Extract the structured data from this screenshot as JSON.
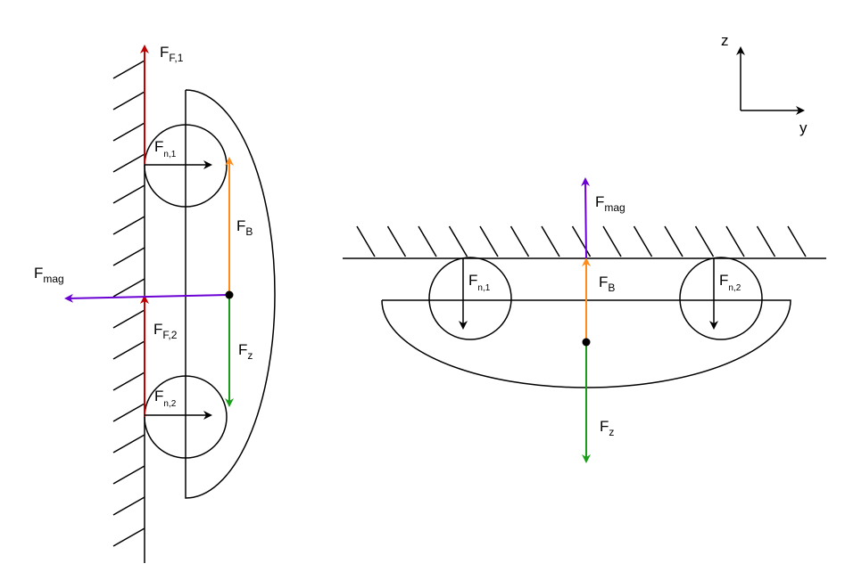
{
  "colors": {
    "friction": "#c00000",
    "magnetic": "#6a00d4",
    "buoyancy": "#ff8c1a",
    "gravity": "#1a9e1a",
    "outline": "#000000"
  },
  "left": {
    "ff1": {
      "base": "F",
      "sub": "F,1"
    },
    "ff2": {
      "base": "F",
      "sub": "F,2"
    },
    "fn1": {
      "base": "F",
      "sub": "n,1"
    },
    "fn2": {
      "base": "F",
      "sub": "n,2"
    },
    "fb": {
      "base": "F",
      "sub": "B"
    },
    "fz": {
      "base": "F",
      "sub": "z"
    },
    "fmag": {
      "base": "F",
      "sub": "mag"
    }
  },
  "right": {
    "fmag": {
      "base": "F",
      "sub": "mag"
    },
    "fn1": {
      "base": "F",
      "sub": "n,1"
    },
    "fn2": {
      "base": "F",
      "sub": "n,2"
    },
    "fb": {
      "base": "F",
      "sub": "B"
    },
    "fz": {
      "base": "F",
      "sub": "z"
    }
  },
  "axes": {
    "z": "z",
    "y": "y"
  }
}
